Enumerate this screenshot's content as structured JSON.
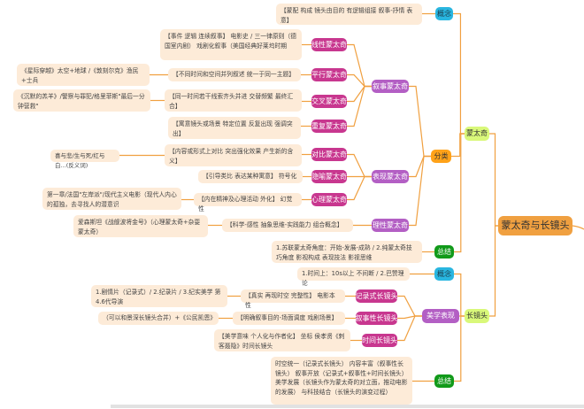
{
  "root": {
    "label": "蒙太奇与长镜头"
  },
  "montage": {
    "label": "蒙太奇",
    "concept": {
      "label": "概念",
      "note": "【蒙配 构成 镜头由目的 有逻辑组接 叙事-抒情 表意】"
    },
    "category": {
      "label": "分类",
      "narrative": {
        "label": "叙事蒙太奇",
        "items": [
          {
            "label": "线性蒙太奇",
            "note": "【事件 逻辑 连续叙事】 电影史 / 三一律原则（德国室内剧） 戏剧化叙事（美国经典好莱坞时期",
            "example": ""
          },
          {
            "label": "平行蒙太奇",
            "note": "【不同时间和空间并列叙述 统一于同一主题】",
            "example": "《星际穿越》太空+地球 /《敦刻尔克》渔民+士兵"
          },
          {
            "label": "交叉蒙太奇",
            "note": "【同一时间若干线索齐头并进 交替频繁 最终汇合】",
            "example": "《沉默的羔羊》/警察与罪犯/格里菲斯\"最后一分钟营救\""
          },
          {
            "label": "重复蒙太奇",
            "note": "【寓意镜头或场景 特定位置 反复出现 强调突出】",
            "example": ""
          }
        ]
      },
      "expressive": {
        "label": "表现蒙太奇",
        "items": [
          {
            "label": "对比蒙太奇",
            "note": "【内容或形式上对比 突出强化效果 产生新的含义】",
            "example": "喜与悲/生与死/红与白...(反义词)"
          },
          {
            "label": "隐喻蒙太奇",
            "note": "【引导类比 表达某种寓意】 符号化",
            "example": ""
          },
          {
            "label": "心理蒙太奇",
            "note": "【内在精神及心理活动 外化】 幻觉性",
            "example": "第一章/法国\"左岸派\"/现代主义电影（现代人内心的孤独，去寻找人的潜意识"
          }
        ]
      },
      "rational": {
        "label": "理性蒙太奇",
        "note": "【科学-感性 抽象思维-实践能力 组合概念】",
        "example": "爱森斯坦《战舰波将金号》（心理蒙太奇+杂耍蒙太奇）"
      }
    },
    "summary": {
      "label": "总结",
      "note": "1.苏联蒙太奇角度：开始-发展-成熟 / 2.纯蒙太奇技巧角度 影视构成 表现技法 影视思维"
    }
  },
  "longtake": {
    "label": "长镜头",
    "concept": {
      "label": "概念",
      "note": "1.时间上：10s以上 不间断 / 2.巴赞理论"
    },
    "aesthetic": {
      "label": "美学表现",
      "items": [
        {
          "label": "记录式长镜头",
          "note": "【真实 再现时空 完整性】 电影本性",
          "example": "1.剧情片（记录式）/ 2.纪录片 / 3.纪实美学 第4.6代导演"
        },
        {
          "label": "叙事性长镜头",
          "note": "【明确叙事目的-场面调度 戏剧场景】",
          "example": "（可以和景深长镜头合并）+《公民凯恩》"
        },
        {
          "label": "时间长镜头",
          "note": "【美学意味 个人化与作者化】 坐标 侯孝贤《刺客聂隐》时间长镜头",
          "example": ""
        }
      ]
    },
    "summary": {
      "label": "总结",
      "note": "时空统一（记录式长镜头） 内容丰富（叙事性长镜头） 叙事开放（记录式+叙事性+时间长镜头） 美学发展（长镜头作为蒙太奇的对立面，推动电影的发展） 与科技结合（长镜头的演变过程）"
    }
  },
  "colors": {
    "line": "#f0a040",
    "root": "#f0a040",
    "level1": "#d9f87a",
    "concept": "#29b6e0",
    "category": "#ffa219",
    "summary": "#119a1a",
    "group": "#b35fc4",
    "item": "#c8378f",
    "leaf": "#fdebd8"
  }
}
